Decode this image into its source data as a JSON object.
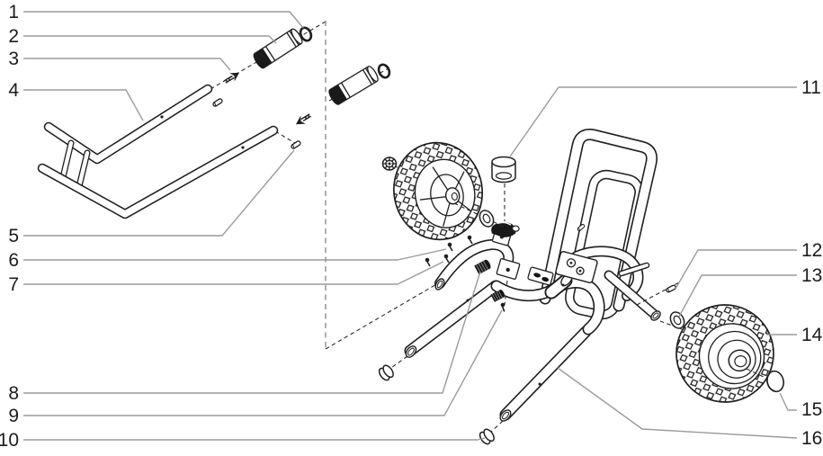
{
  "diagram": {
    "background_color": "#ffffff",
    "line_color": "#1f1f1f",
    "leader_color": "#9b9b9b",
    "callouts": [
      {
        "label": "1",
        "part": "o-ring"
      },
      {
        "label": "2",
        "part": "handle-grip"
      },
      {
        "label": "3",
        "part": "drive-screw"
      },
      {
        "label": "4",
        "part": "handle-assembly"
      },
      {
        "label": "5",
        "part": "roll-pin"
      },
      {
        "label": "6",
        "part": "screw"
      },
      {
        "label": "7",
        "part": "screw"
      },
      {
        "label": "8",
        "part": "knurled-nut"
      },
      {
        "label": "9",
        "part": "screw"
      },
      {
        "label": "10",
        "part": "leg-end-cap"
      },
      {
        "label": "11",
        "part": "bushing-cup"
      },
      {
        "label": "12",
        "part": "axle-pin"
      },
      {
        "label": "13",
        "part": "washer"
      },
      {
        "label": "14",
        "part": "wheel"
      },
      {
        "label": "15",
        "part": "hub-cap"
      },
      {
        "label": "16",
        "part": "cart-frame"
      }
    ]
  }
}
